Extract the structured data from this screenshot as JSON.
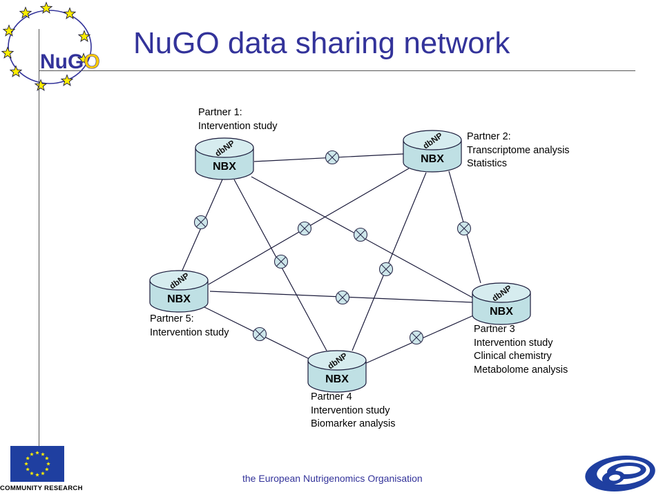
{
  "title": "NuGO data sharing network",
  "logo": {
    "text_nu": "Nu",
    "text_g": "G",
    "text_o": "O",
    "star_color": "#ffee00",
    "ring_color": "#33339a"
  },
  "colors": {
    "title": "#33339a",
    "node_fill": "#bfe0e4",
    "hub_fill": "#cde6ea",
    "line": "#1a1a3a"
  },
  "nodes": [
    {
      "id": "p1",
      "box_label": "NBX",
      "dbnp_label": "dbNP",
      "lines": [
        "Partner 1:",
        "Intervention study"
      ]
    },
    {
      "id": "p2",
      "box_label": "NBX",
      "dbnp_label": "dbNP",
      "lines": [
        "Partner 2:",
        "Transcriptome analysis",
        "Statistics"
      ]
    },
    {
      "id": "p3",
      "box_label": "NBX",
      "dbnp_label": "dbNP",
      "lines": [
        "Partner 3",
        "Intervention study",
        "Clinical chemistry",
        "Metabolome analysis"
      ]
    },
    {
      "id": "p4",
      "box_label": "NBX",
      "dbnp_label": "dbNP",
      "lines": [
        "Partner 4",
        "Intervention study",
        "Biomarker analysis"
      ]
    },
    {
      "id": "p5",
      "box_label": "NBX",
      "dbnp_label": "dbNP",
      "lines": [
        "Partner 5:",
        "Intervention study"
      ]
    }
  ],
  "footer": "the European Nutrigenomics Organisation",
  "eu_logo_caption": "COMMUNITY RESEARCH",
  "fp6_logo": "fp6-logo"
}
